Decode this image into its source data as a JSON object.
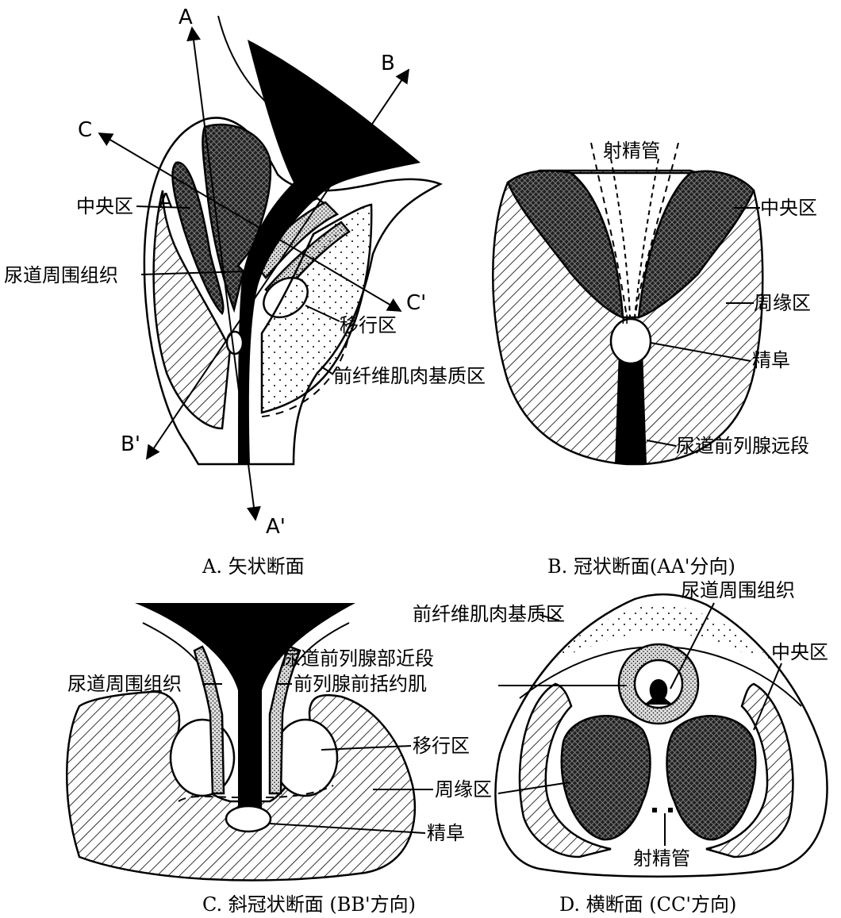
{
  "panels": {
    "a": {
      "caption": "A. 矢状断面",
      "axis_labels": {
        "a": "A",
        "a_prime": "A'",
        "b": "B",
        "b_prime": "B'",
        "c": "C",
        "c_prime": "C'",
        "inner_a": "A"
      },
      "labels": {
        "central_zone": "中央区",
        "periurethral_tissue": "尿道周围组织",
        "transition_zone": "移行区",
        "fibromuscular_stroma": "前纤维肌肉基质区"
      }
    },
    "b": {
      "caption": "B. 冠状断面(AA'分向)",
      "labels": {
        "ejaculatory_duct": "射精管",
        "central_zone": "中央区",
        "peripheral_zone": "周缘区",
        "verumontanum": "精阜",
        "distal_urethra": "尿道前列腺远段"
      }
    },
    "c": {
      "caption": "C. 斜冠状断面 (BB'方向)",
      "labels": {
        "proximal_urethra": "尿道前列腺部近段",
        "periurethral_tissue": "尿道周围组织",
        "sphincter": "前列腺前括约肌",
        "transition_zone": "移行区",
        "peripheral_zone": "周缘区",
        "verumontanum": "精阜"
      }
    },
    "d": {
      "caption": "D. 横断面 (CC'方向)",
      "labels": {
        "fibromuscular_stroma": "前纤维肌肉基质区",
        "periurethral_tissue": "尿道周围组织",
        "central_zone": "中央区",
        "sphincter_pointer": "",
        "ejaculatory_duct": "射精管"
      }
    }
  }
}
